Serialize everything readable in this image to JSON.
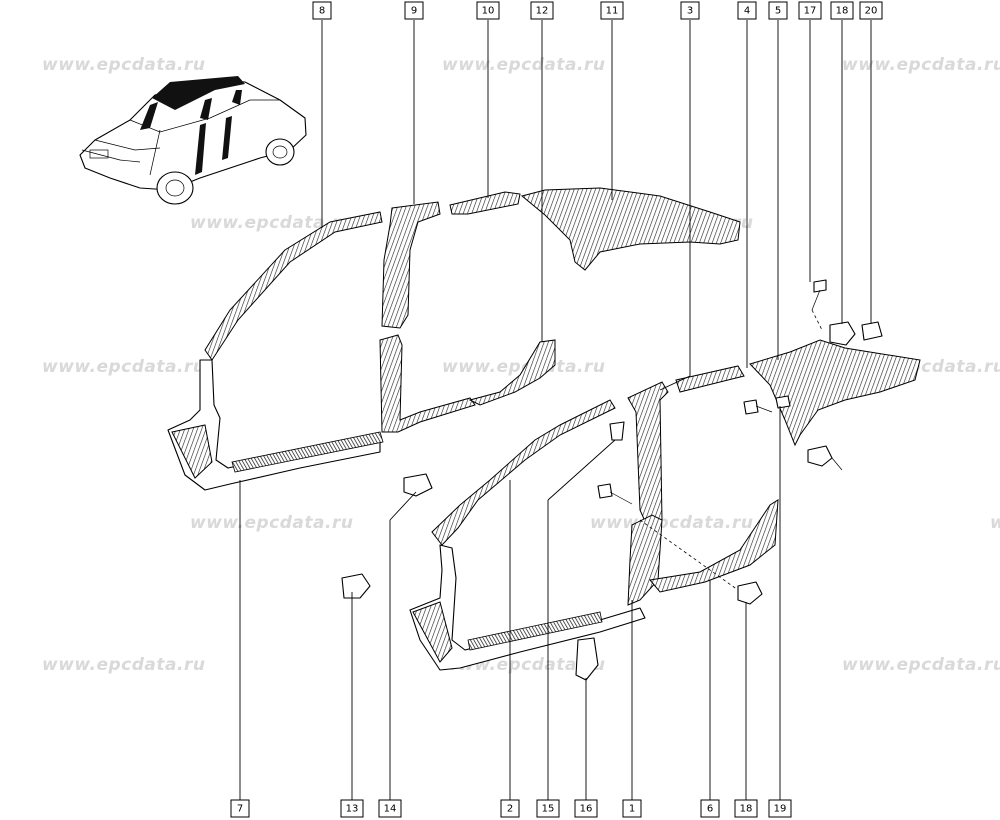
{
  "watermark": "www.epcdata.ru",
  "callouts": [
    {
      "id": "c-8",
      "text": "8"
    },
    {
      "id": "c-9",
      "text": "9"
    },
    {
      "id": "c-10",
      "text": "10"
    },
    {
      "id": "c-12",
      "text": "12"
    },
    {
      "id": "c-11",
      "text": "11"
    },
    {
      "id": "c-3",
      "text": "3"
    },
    {
      "id": "c-4",
      "text": "4"
    },
    {
      "id": "c-5",
      "text": "5"
    },
    {
      "id": "c-17",
      "text": "17"
    },
    {
      "id": "c-18t",
      "text": "18"
    },
    {
      "id": "c-20",
      "text": "20"
    },
    {
      "id": "c-7",
      "text": "7"
    },
    {
      "id": "c-13",
      "text": "13"
    },
    {
      "id": "c-14",
      "text": "14"
    },
    {
      "id": "c-2",
      "text": "2"
    },
    {
      "id": "c-15",
      "text": "15"
    },
    {
      "id": "c-16",
      "text": "16"
    },
    {
      "id": "c-1",
      "text": "1"
    },
    {
      "id": "c-6",
      "text": "6"
    },
    {
      "id": "c-18b",
      "text": "18"
    },
    {
      "id": "c-19",
      "text": "19"
    }
  ]
}
